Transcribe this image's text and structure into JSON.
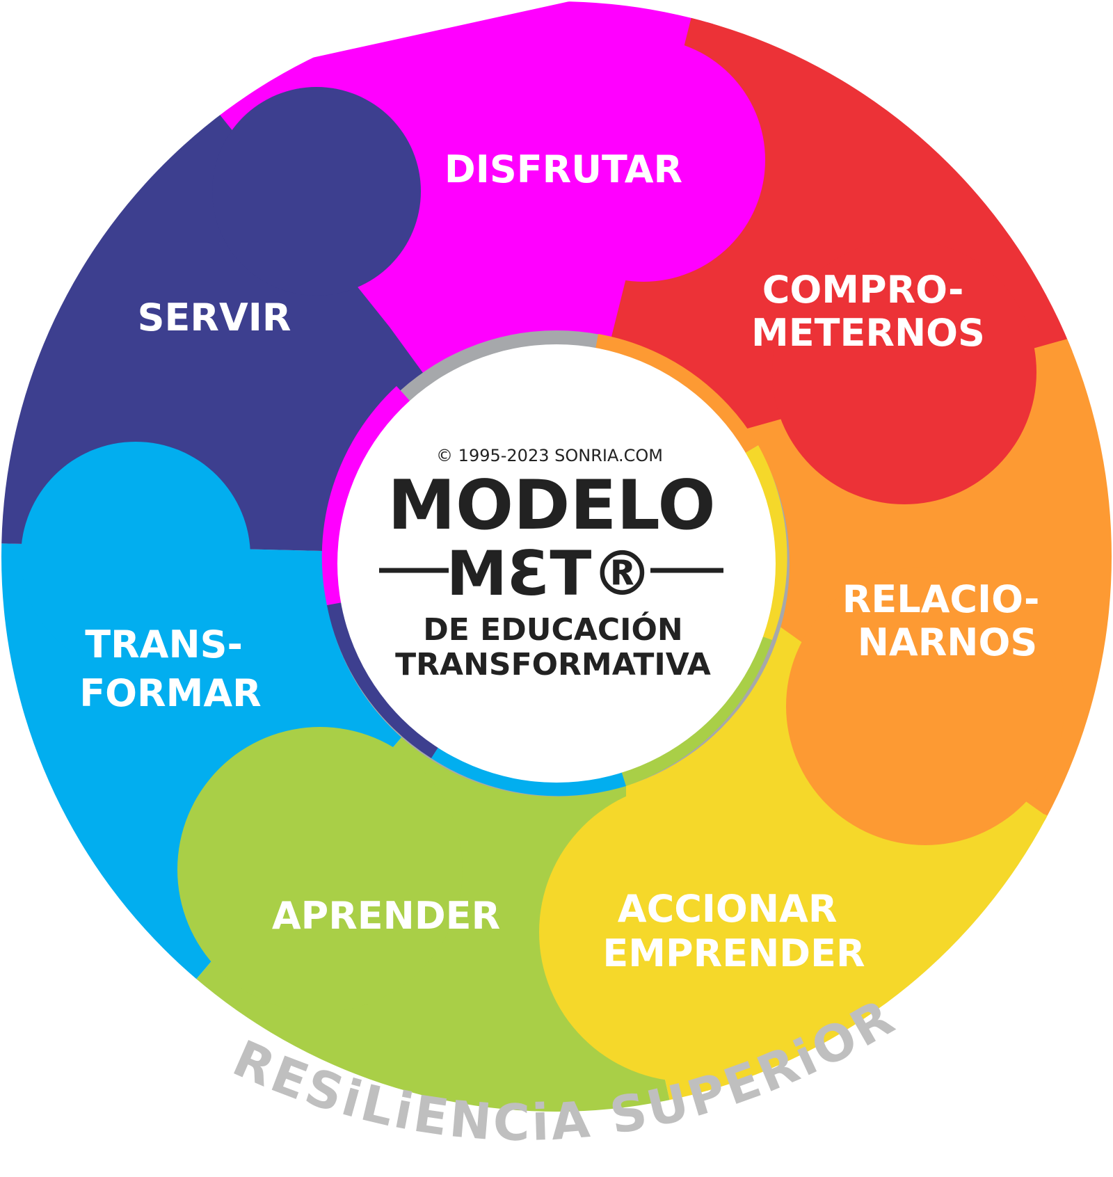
{
  "diagram": {
    "segments": [
      {
        "id": "disfrutar",
        "lines": [
          "DISFRUTAR"
        ],
        "color": "#ff00ff"
      },
      {
        "id": "comprometernos",
        "lines": [
          "COMPRO-",
          "METERNOS"
        ],
        "color": "#ec3237"
      },
      {
        "id": "relacionarnos",
        "lines": [
          "RELACIO-",
          "NARNOS"
        ],
        "color": "#fd9a33"
      },
      {
        "id": "accionar",
        "lines": [
          "ACCIONAR",
          "EMPRENDER"
        ],
        "color": "#f5d82a"
      },
      {
        "id": "aprender",
        "lines": [
          "APRENDER"
        ],
        "color": "#a9cf47"
      },
      {
        "id": "transformar",
        "lines": [
          "TRANS-",
          "FORMAR"
        ],
        "color": "#02aeef"
      },
      {
        "id": "servir",
        "lines": [
          "SERVIR"
        ],
        "color": "#3d3f8f"
      }
    ],
    "center": {
      "copyright": "© 1995-2023  SONRIA.COM",
      "title": "MODELO",
      "brand": "MƐT®",
      "subtitle_line1": "DE EDUCACIÓN",
      "subtitle_line2": "TRANSFORMATIVA"
    },
    "footer_arc_text": "RESiLiENCiA  SUPERiOR",
    "colors": {
      "ring_gray": "#a6a8ab",
      "center_fill": "#ffffff",
      "text_dark": "#222222",
      "arc_text": "#bfbfbf"
    }
  }
}
